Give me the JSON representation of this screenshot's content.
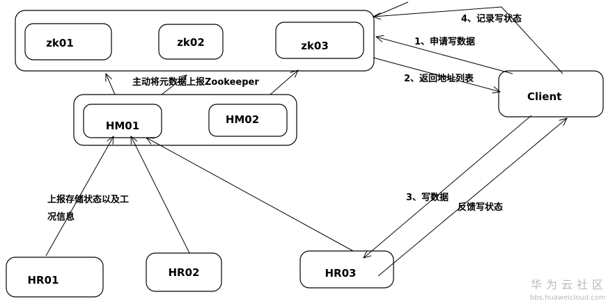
{
  "nodes": {
    "zk01": "zk01",
    "zk02": "zk02",
    "zk03": "zk03",
    "hm01": "HM01",
    "hm02": "HM02",
    "client": "Client",
    "hr01": "HR01",
    "hr02": "HR02",
    "hr03": "HR03"
  },
  "edges": {
    "record_state": "4、记录写状态",
    "apply_write": "1、申请写数据",
    "return_addr": "2、返回地址列表",
    "report_zk": "主动将元数据上报Zookeeper",
    "report_storage_line1": "上报存储状态以及工",
    "report_storage_line2": "况信息",
    "write_data": "3、写数据",
    "feedback": "反馈写状态"
  },
  "watermark": {
    "brand": "华为云社区",
    "url": "bbs.huaweicloud.com"
  }
}
